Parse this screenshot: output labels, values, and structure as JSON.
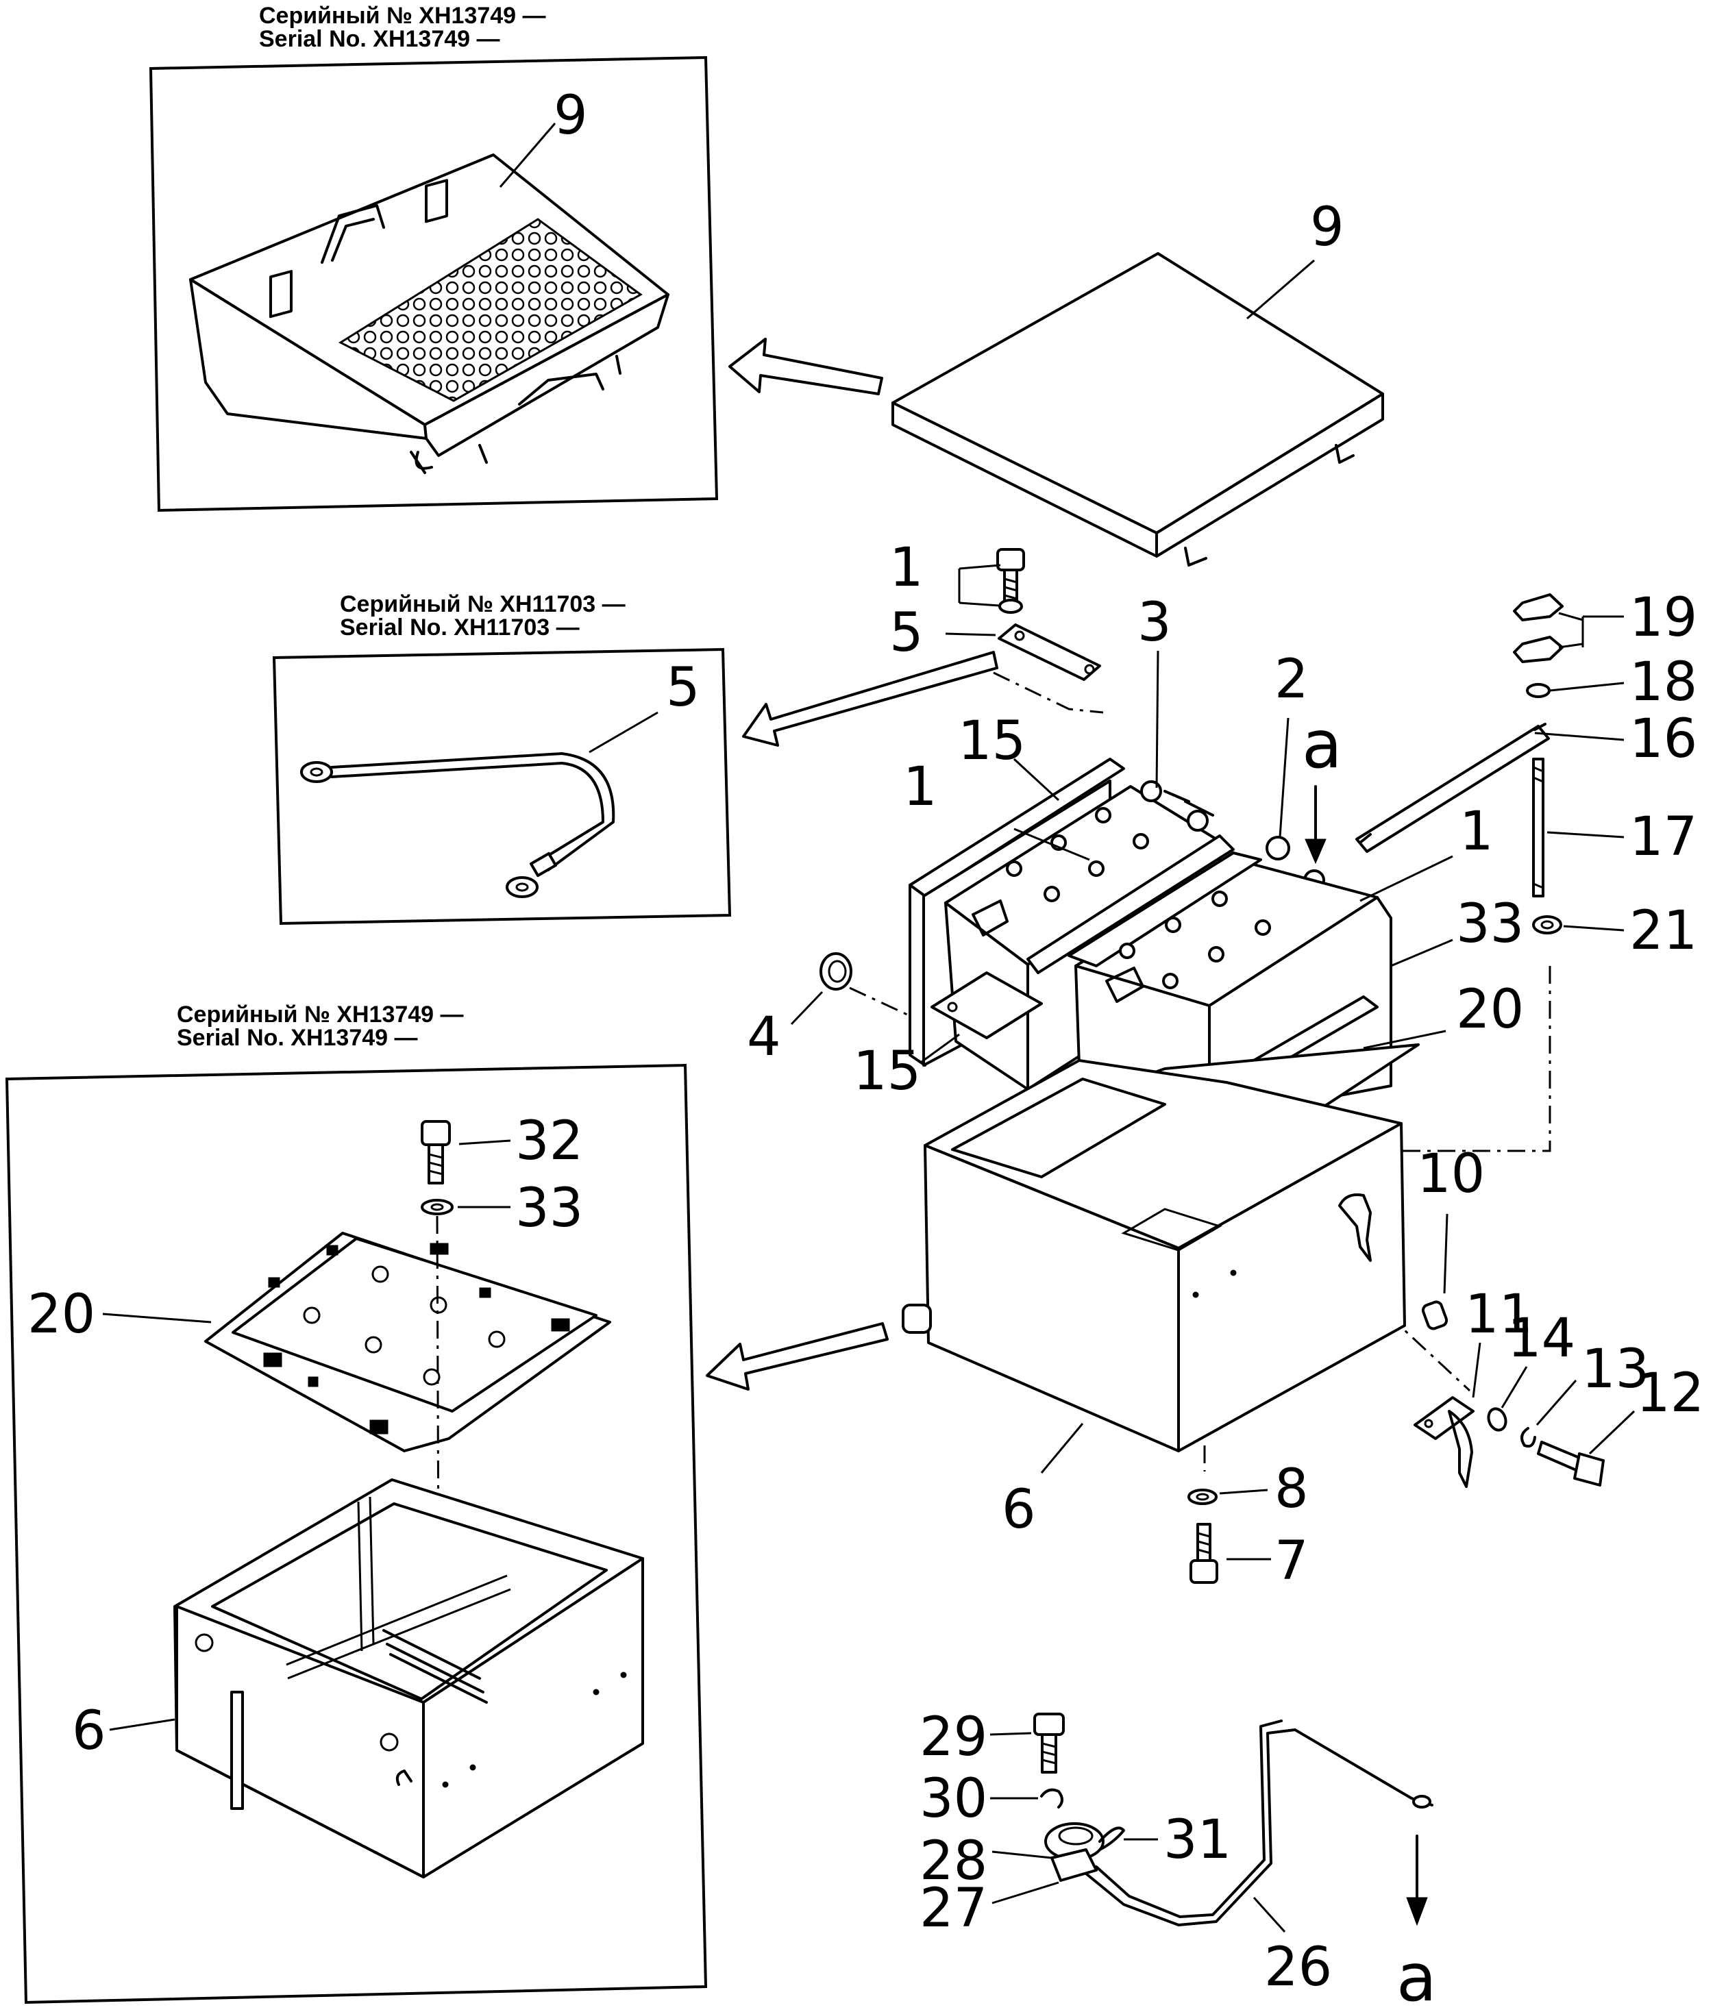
{
  "insets": {
    "cover": {
      "caption_ru": "Серийный № XH13749 —",
      "caption_en": "Serial No. XH13749 —"
    },
    "cable": {
      "caption_ru": "Серийный № XH11703 —",
      "caption_en": "Serial No. XH11703 —"
    },
    "box": {
      "caption_ru": "Серийный № XH13749 —",
      "caption_en": "Serial No. XH13749 —"
    }
  },
  "callouts": {
    "c1a": "1",
    "c1b": "1",
    "c1c": "1",
    "c2": "2",
    "c3": "3",
    "c4": "4",
    "c5": "5",
    "c5i": "5",
    "c6": "6",
    "c6i": "6",
    "c7": "7",
    "c8": "8",
    "c9": "9",
    "c9i": "9",
    "c10": "10",
    "c11": "11",
    "c12": "12",
    "c13": "13",
    "c14": "14",
    "c15a": "15",
    "c15b": "15",
    "c16": "16",
    "c17": "17",
    "c18": "18",
    "c19": "19",
    "c20": "20",
    "c20i": "20",
    "c21": "21",
    "c26": "26",
    "c27": "27",
    "c28": "28",
    "c29": "29",
    "c30": "30",
    "c31": "31",
    "c32": "32",
    "c33": "33",
    "c33i": "33",
    "ref_a_top": "a",
    "ref_a_bottom": "a"
  }
}
